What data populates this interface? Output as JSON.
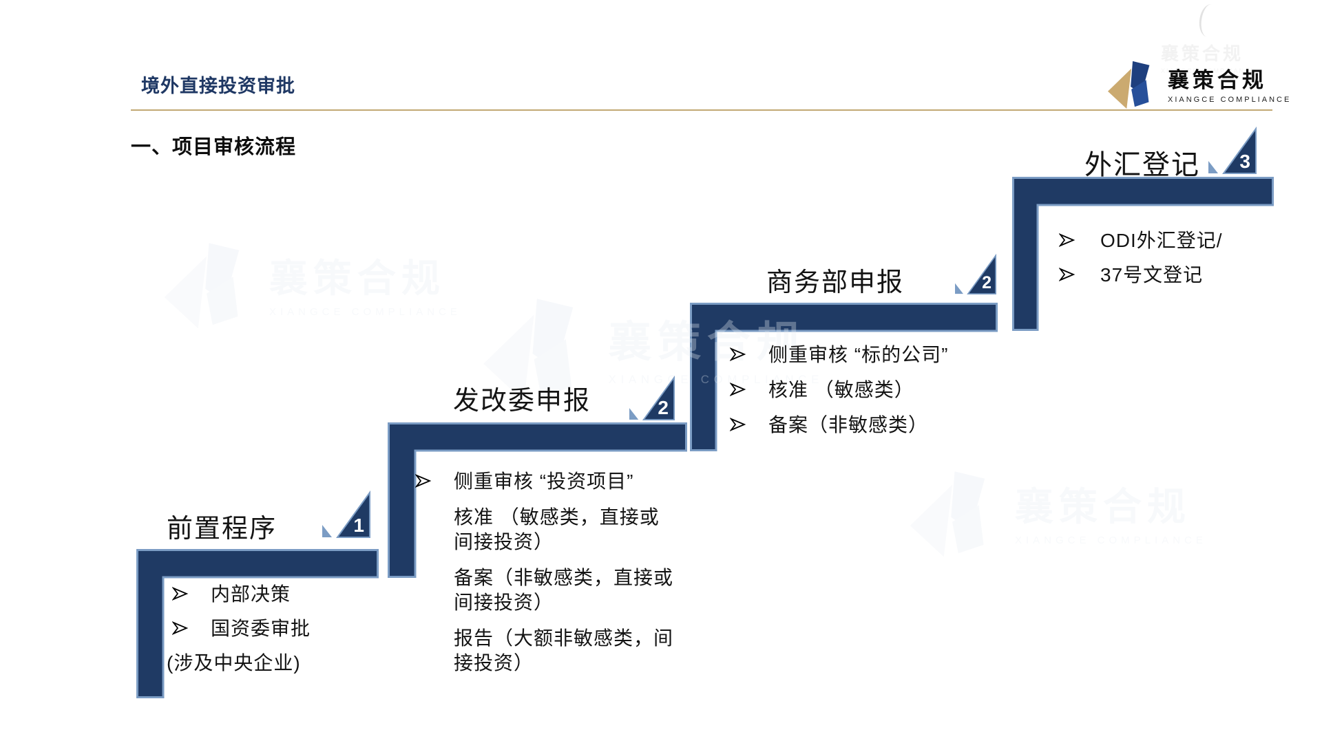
{
  "header": {
    "title": "境外直接投资审批",
    "section_heading": "一、项目审核流程"
  },
  "brand": {
    "name": "襄策合规",
    "latin": "XIANGCE COMPLIANCE"
  },
  "steps": [
    {
      "label": "前置程序",
      "number": "1",
      "items": [
        {
          "bullet": "arrow",
          "text": "内部决策"
        },
        {
          "bullet": "arrow",
          "text": "国资委审批"
        },
        {
          "bullet": "none",
          "text": "(涉及中央企业)"
        }
      ]
    },
    {
      "label": "发改委申报",
      "number": "2",
      "items": [
        {
          "bullet": "arrow",
          "text": "侧重审核 “投资项目”"
        },
        {
          "bullet": "dot",
          "text": "核准 （敏感类，直接或\n间接投资）"
        },
        {
          "bullet": "dot",
          "text": "备案（非敏感类，直接或\n间接投资）"
        },
        {
          "bullet": "dot",
          "text": "报告（大额非敏感类，间\n接投资）"
        }
      ]
    },
    {
      "label": "商务部申报",
      "number": "2",
      "items": [
        {
          "bullet": "arrow",
          "text": "侧重审核 “标的公司”"
        },
        {
          "bullet": "arrow",
          "text": "核准 （敏感类）"
        },
        {
          "bullet": "arrow",
          "text": "备案（非敏感类）"
        }
      ]
    },
    {
      "label": "外汇登记",
      "number": "3",
      "items": [
        {
          "bullet": "arrow",
          "text": "ODI外汇登记/"
        },
        {
          "bullet": "arrow",
          "text": "37号文登记"
        }
      ]
    }
  ],
  "colors": {
    "navy": "#1f3a64",
    "light_blue": "#7b9cc4",
    "gold": "#c2a873",
    "title_blue": "#1f3864"
  }
}
